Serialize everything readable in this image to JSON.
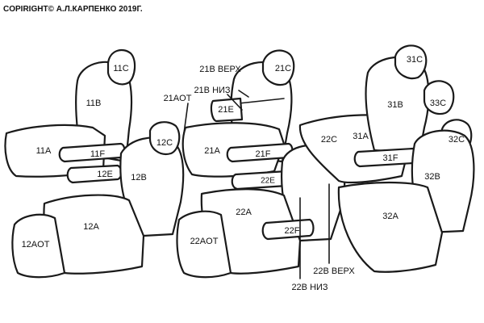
{
  "copyright": "COPIRIGHT© А.Л.КАРПЕНКО 2019Г.",
  "labels": {
    "l11C": "11C",
    "l11B": "11B",
    "l11A": "11A",
    "l11F": "11F",
    "l12E": "12E",
    "l12C": "12C",
    "l12B": "12B",
    "l12A": "12A",
    "l12AOT": "12AOT",
    "l21BTop": "21B ВЕРХ",
    "l21BBot": "21B НИЗ",
    "l21C": "21C",
    "l21AOT": "21AOT",
    "l21E": "21E",
    "l21A": "21A",
    "l21F": "21F",
    "l22E": "22E",
    "l22A": "22A",
    "l22AOT": "22AOT",
    "l22C": "22C",
    "l22F": "22F",
    "l22BTop": "22B ВЕРХ",
    "l22BBot": "22B НИЗ",
    "l31C": "31C",
    "l31B": "31B",
    "l33C": "33C",
    "l31A": "31A",
    "l31F": "31F",
    "l32C": "32C",
    "l32B": "32B",
    "l32A": "32A"
  }
}
